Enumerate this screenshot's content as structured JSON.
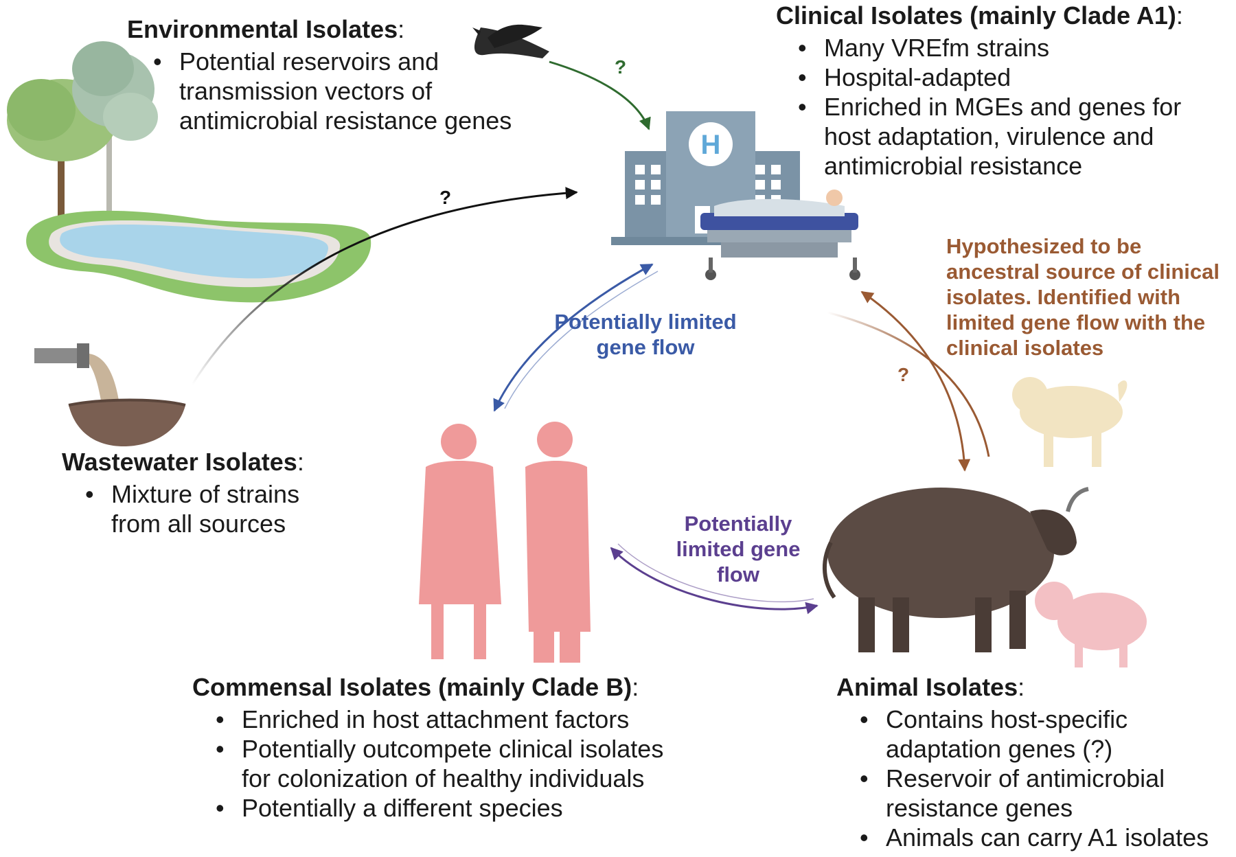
{
  "environmental": {
    "heading": "Environmental Isolates",
    "bullets": [
      "Potential reservoirs and transmission vectors of antimicrobial resistance genes"
    ]
  },
  "clinical": {
    "heading": "Clinical Isolates (mainly Clade A1)",
    "bullets": [
      "Many VREfm strains",
      "Hospital-adapted",
      "Enriched in MGEs and genes for host adaptation, virulence and antimicrobial resistance"
    ]
  },
  "wastewater": {
    "heading": "Wastewater Isolates",
    "bullets": [
      "Mixture of strains from all sources"
    ]
  },
  "commensal": {
    "heading": "Commensal Isolates (mainly Clade B)",
    "bullets": [
      "Enriched in host attachment factors",
      "Potentially outcompete clinical isolates for colonization of healthy individuals",
      "Potentially a different species"
    ]
  },
  "animal": {
    "heading": "Animal Isolates",
    "bullets": [
      "Contains host-specific adaptation genes (?)",
      "Reservoir of antimicrobial resistance genes",
      "Animals can carry A1 isolates"
    ]
  },
  "flows": {
    "hospital_commensal": "Potentially limited gene flow",
    "commensal_animal": "Potentially limited gene flow",
    "animal_hospital": "Hypothesized to be ancestral source of clinical isolates. Identified with limited gene flow with the clinical isolates",
    "unknown_mark": "?"
  },
  "colors": {
    "blue": "#3a5aa6",
    "purple": "#5b3f8f",
    "brown": "#9a5a33",
    "green": "#2f6b2f",
    "pink": "#ef9a9a",
    "hospital": "#7b93a6"
  },
  "icons": [
    "tree-icon",
    "pond-icon",
    "crow-icon",
    "hospital-icon",
    "patient-bed-icon",
    "wastewater-pipe-icon",
    "people-icon",
    "bull-icon",
    "pig-icon",
    "dog-icon"
  ]
}
